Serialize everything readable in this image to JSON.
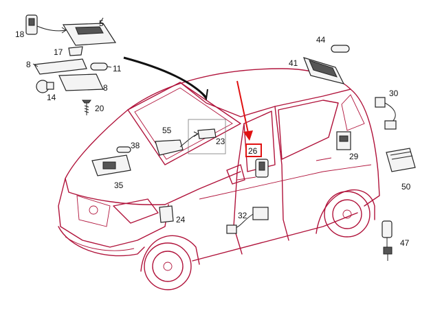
{
  "callouts": {
    "c5": "5",
    "c18": "18",
    "c17": "17",
    "c8a": "8",
    "c11": "11",
    "c14": "14",
    "c8b": "8",
    "c20": "20",
    "c44": "44",
    "c41": "41",
    "c30": "30",
    "c55": "55",
    "c38": "38",
    "c23": "23",
    "c26": "26",
    "c29": "29",
    "c35": "35",
    "c50": "50",
    "c24": "24",
    "c32": "32",
    "c47": "47"
  },
  "colors": {
    "car_outline": "#b0123a",
    "highlight": "#e01010",
    "part_ink": "#222222"
  }
}
